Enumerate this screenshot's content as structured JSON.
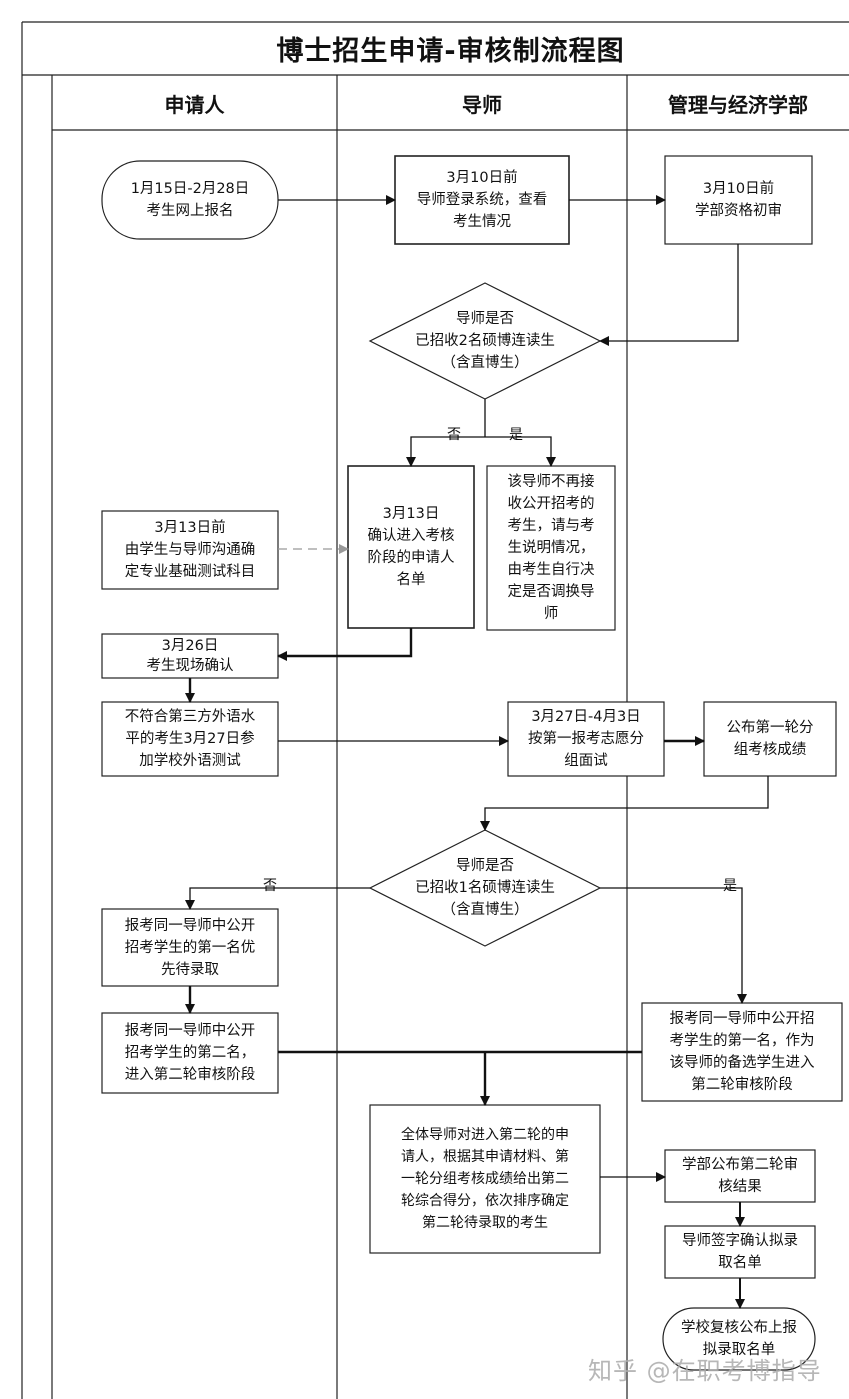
{
  "title": "博士招生申请-审核制流程图",
  "lanes": [
    "申请人",
    "导师",
    "管理与经济学部"
  ],
  "nodes": {
    "n_register": "1月15日-2月28日\n考生网上报名",
    "n_tutor_login": "3月10日前\n导师登录系统，查看\n考生情况",
    "n_dept_review": "3月10日前\n学部资格初审",
    "d1": "导师是否\n已招收2名硕博连读生\n（含直博生）",
    "n_confirm_list": "3月13日\n确认进入考核\n阶段的申请人\n名单",
    "n_no_more": "该导师不再接\n收公开招考的\n考生，请与考\n生说明情况，\n由考生自行决\n定是否调换导\n师",
    "n_subject": "3月13日前\n由学生与导师沟通确\n定专业基础测试科目",
    "n_onsite": "3月26日\n考生现场确认",
    "n_lang": "不符合第三方外语水\n平的考生3月27日参\n加学校外语测试",
    "n_interview": "3月27日-4月3日\n按第一报考志愿分\n组面试",
    "n_publish1": "公布第一轮分\n组考核成绩",
    "d2": "导师是否\n已招收1名硕博连读生\n（含直博生）",
    "n_first_prior": "报考同一导师中公开\n招考学生的第一名优\n先待录取",
    "n_second": "报考同一导师中公开\n招考学生的第二名，\n进入第二轮审核阶段",
    "n_first_backup": "报考同一导师中公开招\n考学生的第一名，作为\n该导师的备选学生进入\n第二轮审核阶段",
    "n_all_tutors": "全体导师对进入第二轮的申\n请人，根据其申请材料、第\n一轮分组考核成绩给出第二\n轮综合得分，依次排序确定\n第二轮待录取的考生",
    "n_publish2": "学部公布第二轮审\n核结果",
    "n_sign": "导师签字确认拟录\n取名单",
    "n_final": "学校复核公布上报\n拟录取名单"
  },
  "edge_labels": {
    "d1_no": "否",
    "d1_yes": "是",
    "d2_no": "否",
    "d2_yes": "是"
  },
  "watermark": "知乎 @在职考博指导"
}
